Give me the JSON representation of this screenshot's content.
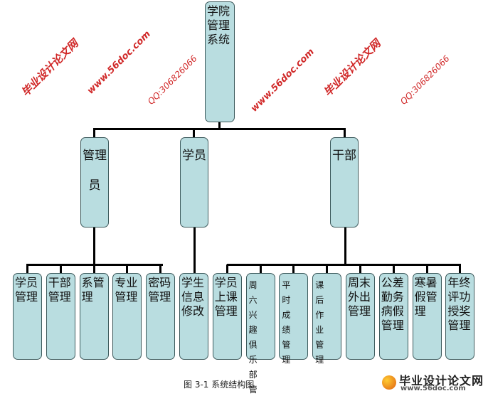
{
  "root": {
    "label": "学院管理系统"
  },
  "level2": [
    {
      "label": "管理员"
    },
    {
      "label": "学员"
    },
    {
      "label": "干部"
    }
  ],
  "leaves": [
    {
      "label": "学员管理"
    },
    {
      "label": "干部管理"
    },
    {
      "label": "系管理"
    },
    {
      "label": "专业管理"
    },
    {
      "label": "密码管理"
    },
    {
      "label": "学生信息修改"
    },
    {
      "label": "学员上课管理"
    },
    {
      "label": "周六兴趣俱乐部管理"
    },
    {
      "label": "平时成绩管理"
    },
    {
      "label": "课后作业管理"
    },
    {
      "label": "周末外出管理"
    },
    {
      "label": "公差勤务病假管理"
    },
    {
      "label": "寒暑假管理"
    },
    {
      "label": "年终评功授奖管理"
    }
  ],
  "caption": "图 3-1 系统结构图",
  "watermark": {
    "site": "毕业设计论文网",
    "url": "www.56doc.com",
    "qq": "QQ:306826066"
  },
  "logo": {
    "title": "毕业设计论文网",
    "url": "www.56doc.com"
  },
  "colors": {
    "box_fill": "#b9dde0",
    "watermark": "#cc1111"
  }
}
